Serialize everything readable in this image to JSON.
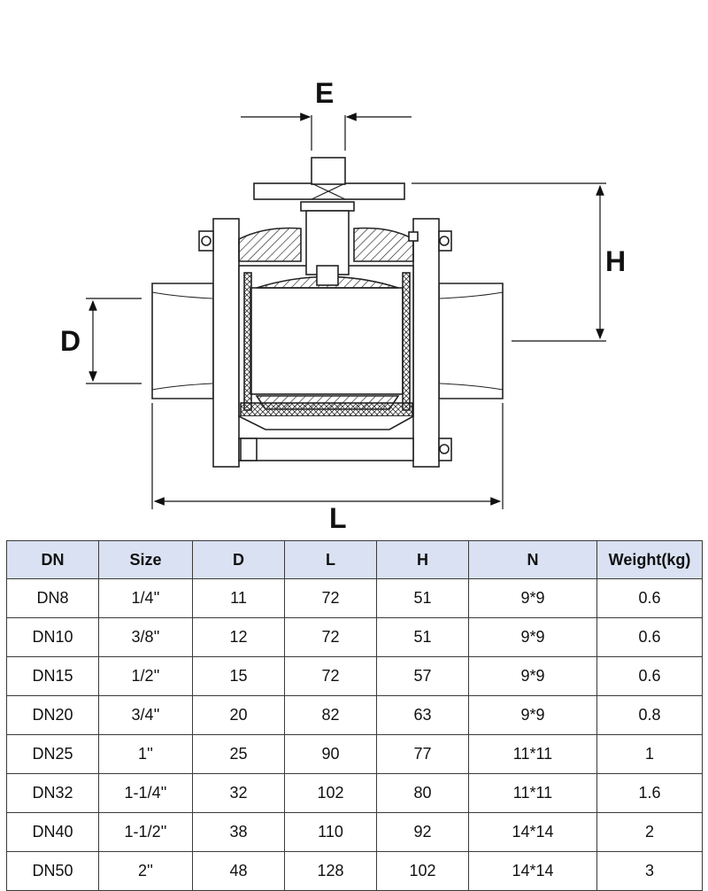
{
  "drawing": {
    "dimension_labels": {
      "e": "E",
      "h": "H",
      "d": "D",
      "l": "L"
    }
  },
  "table": {
    "headers": [
      "DN",
      "Size",
      "D",
      "L",
      "H",
      "N",
      "Weight(kg)"
    ],
    "rows": [
      [
        "DN8",
        "1/4''",
        "11",
        "72",
        "51",
        "9*9",
        "0.6"
      ],
      [
        "DN10",
        "3/8''",
        "12",
        "72",
        "51",
        "9*9",
        "0.6"
      ],
      [
        "DN15",
        "1/2''",
        "15",
        "72",
        "57",
        "9*9",
        "0.6"
      ],
      [
        "DN20",
        "3/4''",
        "20",
        "82",
        "63",
        "9*9",
        "0.8"
      ],
      [
        "DN25",
        "1''",
        "25",
        "90",
        "77",
        "11*11",
        "1"
      ],
      [
        "DN32",
        "1-1/4''",
        "32",
        "102",
        "80",
        "11*11",
        "1.6"
      ],
      [
        "DN40",
        "1-1/2''",
        "38",
        "110",
        "92",
        "14*14",
        "2"
      ],
      [
        "DN50",
        "2''",
        "48",
        "128",
        "102",
        "14*14",
        "3"
      ]
    ]
  }
}
